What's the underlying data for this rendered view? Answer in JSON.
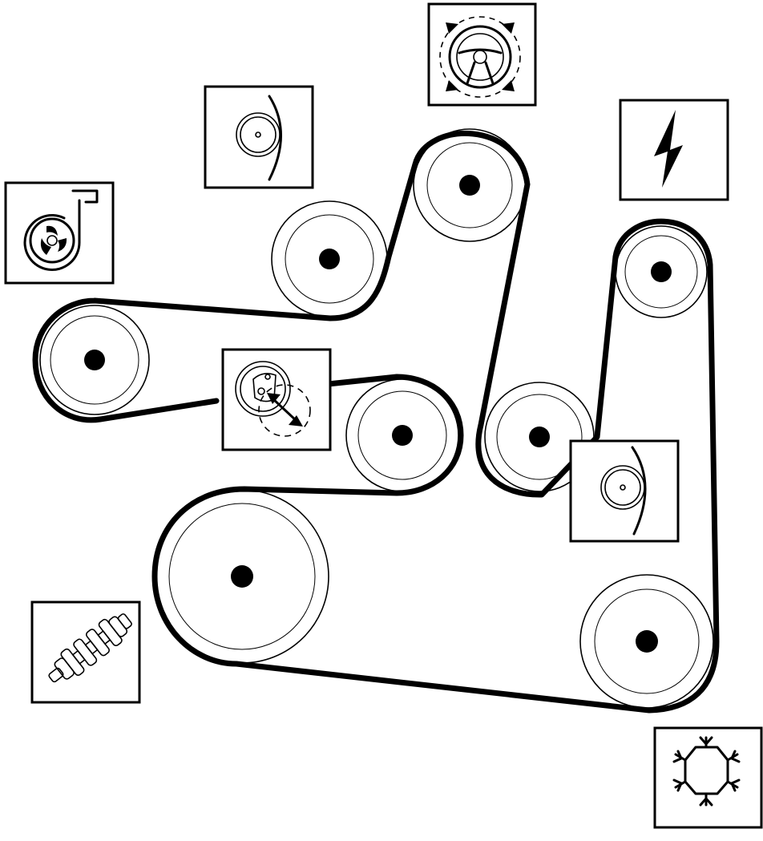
{
  "diagram": {
    "type": "accessory-drive-belt-routing",
    "background": "#ffffff",
    "line_color": "#000000",
    "components": [
      {
        "id": "water-pump",
        "icon": "water-pump-icon"
      },
      {
        "id": "idler-upper",
        "icon": "idler-pulley-icon"
      },
      {
        "id": "power-steering",
        "icon": "steering-wheel-icon"
      },
      {
        "id": "alternator",
        "icon": "lightning-bolt-icon"
      },
      {
        "id": "tensioner",
        "icon": "belt-tensioner-icon"
      },
      {
        "id": "idler-lower",
        "icon": "idler-pulley-icon"
      },
      {
        "id": "crankshaft",
        "icon": "crankshaft-icon"
      },
      {
        "id": "ac-compressor",
        "icon": "snowflake-icon"
      }
    ]
  }
}
